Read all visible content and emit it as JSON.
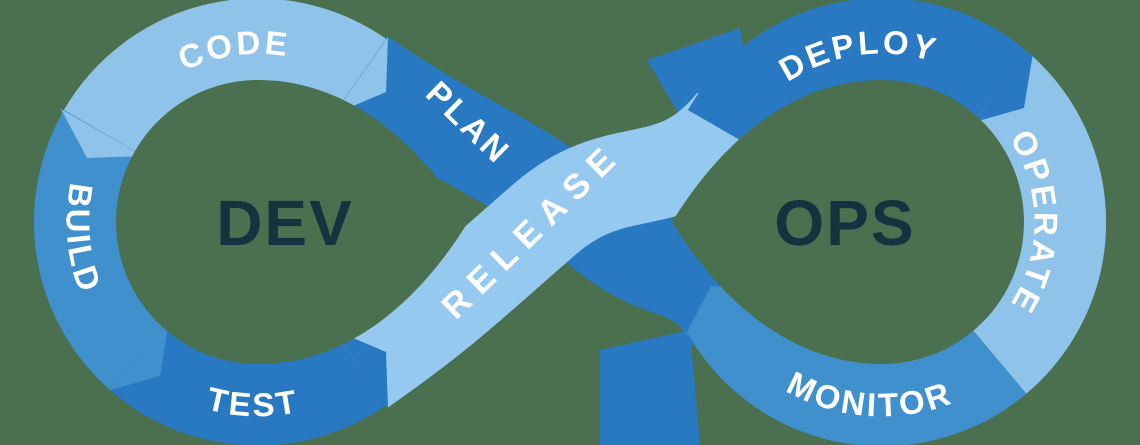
{
  "diagram": {
    "left_loop_title": "DEV",
    "right_loop_title": "OPS",
    "segments": {
      "plan": {
        "label": "PLAN",
        "color": "#2878C2"
      },
      "code": {
        "label": "CODE",
        "color": "#8FC3EA"
      },
      "build": {
        "label": "BUILD",
        "color": "#4190CE"
      },
      "test": {
        "label": "TEST",
        "color": "#2878C2"
      },
      "release": {
        "label": "RELEASE",
        "color": "#96C9EF"
      },
      "deploy": {
        "label": "DEPLOY",
        "color": "#2878C2"
      },
      "operate": {
        "label": "OPERATE",
        "color": "#8FC3EA"
      },
      "monitor": {
        "label": "MONITOR",
        "color": "#4190CE"
      }
    },
    "colors": {
      "background": "#4A7050",
      "title_text": "#14333F",
      "label_text": "#FFFFFF"
    }
  }
}
